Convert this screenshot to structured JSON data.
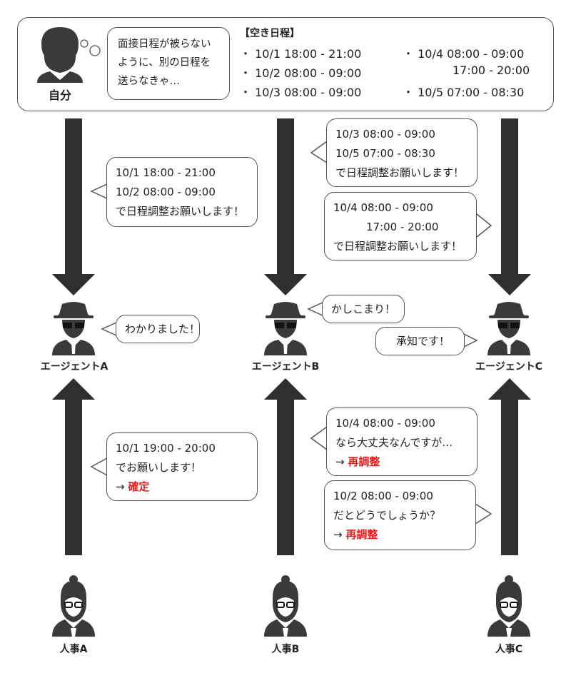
{
  "header": {
    "self_label": "自分",
    "thought": [
      "面接日程が被らない",
      "ように、別の日程を",
      "送らなきゃ…"
    ],
    "schedule_title": "【空き日程】",
    "schedule_left": [
      "・ 10/1 18:00 - 21:00",
      "・ 10/2 08:00 - 09:00",
      "・ 10/3 08:00 - 09:00"
    ],
    "schedule_right": [
      "・ 10/4 08:00 - 09:00",
      "17:00 - 20:00",
      "・ 10/5 07:00 - 08:30"
    ]
  },
  "requests": {
    "a": [
      "10/1 18:00 - 21:00",
      "10/2 08:00 - 09:00",
      "で日程調整お願いします！"
    ],
    "b": [
      "10/3 08:00 - 09:00",
      "10/5 07:00 - 08:30",
      "で日程調整お願いします！"
    ],
    "c": [
      "10/4 08:00 - 09:00",
      "17:00 - 20:00",
      "で日程調整お願いします！"
    ]
  },
  "agents": {
    "a": {
      "label": "エージェントA",
      "reply": "わかりました！"
    },
    "b": {
      "label": "エージェントB",
      "reply": "かしこまり！"
    },
    "c": {
      "label": "エージェントC",
      "reply": "承知です！"
    }
  },
  "hr_replies": {
    "a": {
      "lines": [
        "10/1 19:00 - 20:00",
        "でお願いします！"
      ],
      "arrow": "→ ",
      "result": "確定"
    },
    "b": {
      "lines": [
        "10/4 08:00 - 09:00",
        "なら大丈夫なんですが…"
      ],
      "arrow": "→ ",
      "result": "再調整"
    },
    "c": {
      "lines": [
        "10/2 08:00 - 09:00",
        "だとどうでしょうか？"
      ],
      "arrow": "→ ",
      "result": "再調整"
    }
  },
  "hr": {
    "a": {
      "label": "人事A"
    },
    "b": {
      "label": "人事B"
    },
    "c": {
      "label": "人事C"
    }
  },
  "colors": {
    "arrow": "#2f2f2f",
    "icon": "#3a3a3a",
    "accent_red": "#e02020"
  }
}
